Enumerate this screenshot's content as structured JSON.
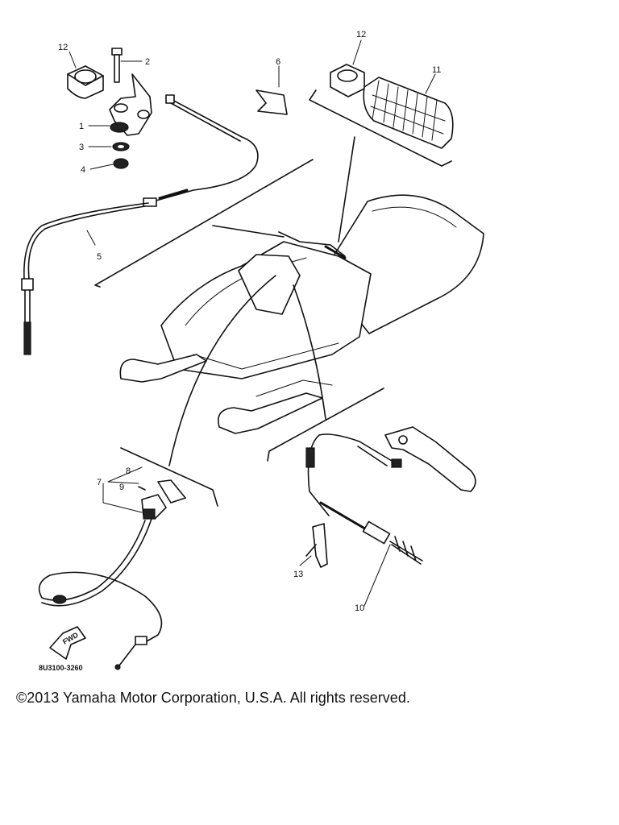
{
  "diagram": {
    "callouts": [
      {
        "id": "c1",
        "text": "1"
      },
      {
        "id": "c2",
        "text": "2"
      },
      {
        "id": "c3",
        "text": "3"
      },
      {
        "id": "c4",
        "text": "4"
      },
      {
        "id": "c5",
        "text": "5"
      },
      {
        "id": "c6",
        "text": "6"
      },
      {
        "id": "c7",
        "text": "7"
      },
      {
        "id": "c8",
        "text": "8"
      },
      {
        "id": "c9",
        "text": "9"
      },
      {
        "id": "c10",
        "text": "10"
      },
      {
        "id": "c11",
        "text": "11"
      },
      {
        "id": "c12a",
        "text": "12"
      },
      {
        "id": "c12b",
        "text": "12"
      },
      {
        "id": "c13",
        "text": "13"
      }
    ],
    "fwd_label": "FWD",
    "drawing_code": "8U3100-3260"
  },
  "footer": {
    "copyright": "©2013 Yamaha Motor Corporation, U.S.A. All rights reserved."
  }
}
